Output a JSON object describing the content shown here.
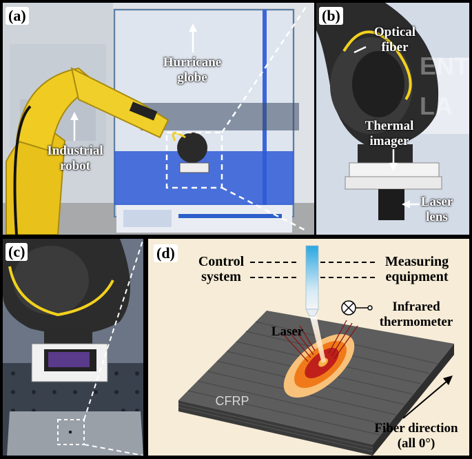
{
  "panels": {
    "a": {
      "tag": "(a)",
      "hurricane_globe": "Hurricane globe",
      "industrial_robot": "Industrial robot"
    },
    "b": {
      "tag": "(b)",
      "optical_fiber": "Optical fiber",
      "thermal_imager": "Thermal imager",
      "laser_lens": "Laser lens"
    },
    "c": {
      "tag": "(c)"
    },
    "d": {
      "tag": "(d)",
      "control_system": "Control system",
      "measuring_equipment": "Measuring equipment",
      "infrared_thermometer": "Infrared thermometer",
      "laser": "Laser",
      "cfrp": "CFRP",
      "fiber_direction": "Fiber direction (all 0°)"
    }
  },
  "colors": {
    "robot_yellow": "#e8c21a",
    "glass_blue": "#2f5bd6",
    "hot_core": "#c0201a",
    "heat_orange": "#f07a1a",
    "heat_outer": "#f8c27a",
    "panel_d_bg": "#f6ecd7"
  }
}
